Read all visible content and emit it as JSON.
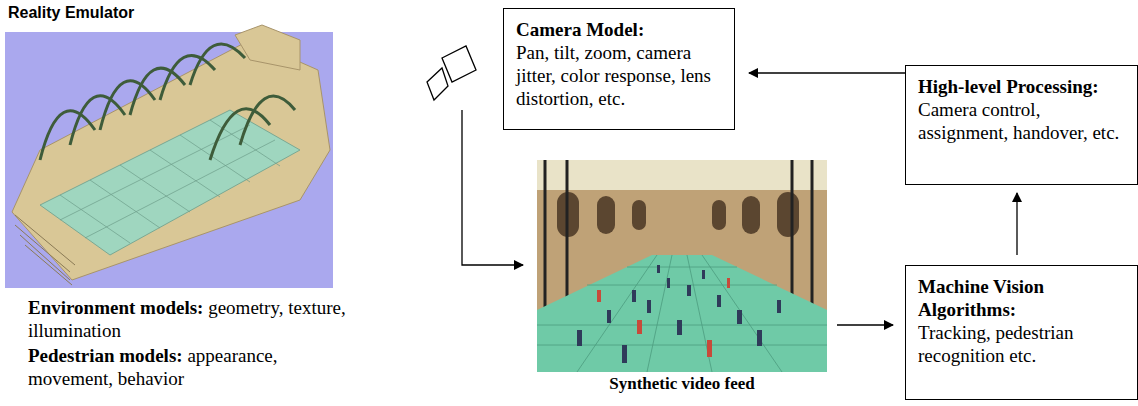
{
  "diagram": {
    "nodes": [
      {
        "text": [
          "Camera Model:",
          "Pan, tilt, zoom, camera jitter, color response, lens distortion, etc."
        ]
      },
      {
        "text": [
          "High-level Processing:",
          "Camera control, assignment, handover, etc."
        ]
      },
      {
        "text": [
          "Synthetic video feed"
        ]
      },
      {
        "text": [
          "Machine Vision Algorithms:",
          "Tracking, pedestrian recognition etc."
        ]
      }
    ],
    "edges": [
      {
        "from": 1,
        "to": 0,
        "arrow": "to"
      },
      {
        "from": 2,
        "to": 3,
        "arrow": "to"
      },
      {
        "from": 3,
        "to": 1,
        "arrow": "to"
      }
    ],
    "labels": [
      "Reality Emulator",
      "Environment models:",
      "geometry, texture, illumination",
      "Pedestrian models:",
      "appearance, movement, behavior"
    ]
  }
}
